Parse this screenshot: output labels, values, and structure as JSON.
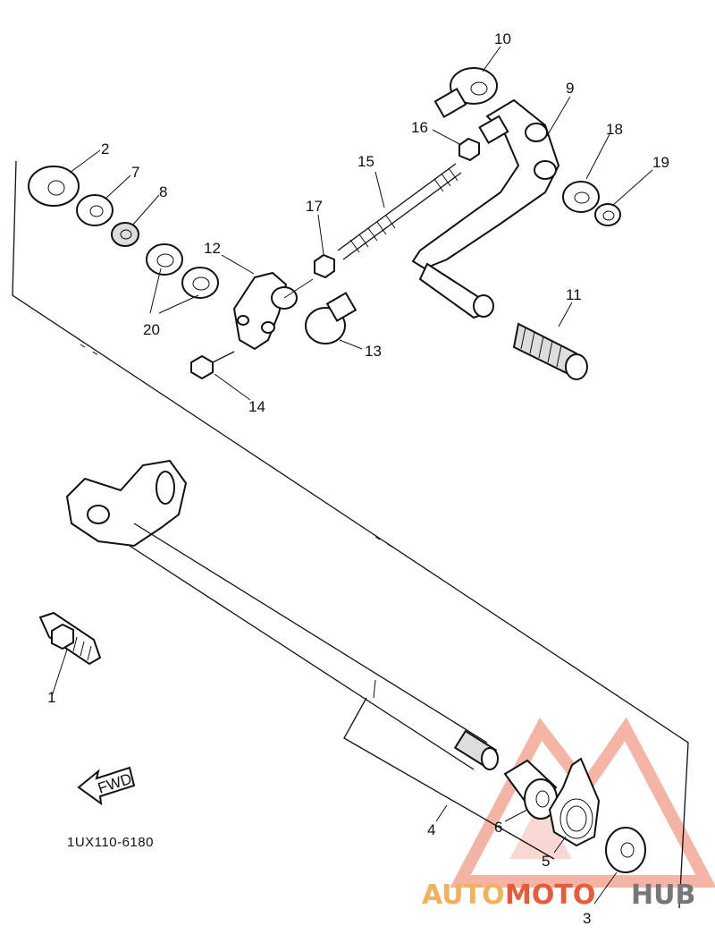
{
  "diagram": {
    "part_code": "1UX110-6180",
    "fwd_label": "FWD",
    "callouts": [
      "1",
      "2",
      "3",
      "4",
      "5",
      "6",
      "7",
      "8",
      "9",
      "10",
      "11",
      "12",
      "13",
      "14",
      "15",
      "16",
      "17",
      "18",
      "19",
      "20"
    ]
  },
  "watermark": {
    "part1": "AUTO",
    "part2": "MOTO",
    "part3": "HUB",
    "colors": {
      "auto": "#f2b15a",
      "moto": "#e85a3a",
      "hub": "#777777"
    }
  }
}
